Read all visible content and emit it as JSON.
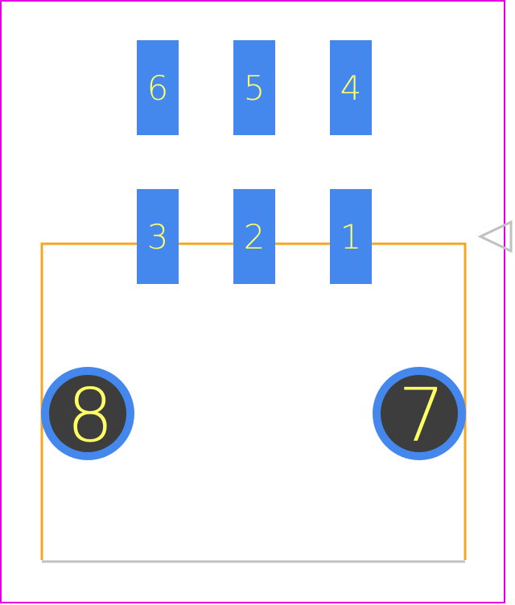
{
  "colors": {
    "background": "#ffffff",
    "board_outline": "#e000e0",
    "silkscreen": "#f5a623",
    "courtyard_edge": "#c0c0c0",
    "pin1_marker": "#c0c0c0",
    "pad_fill": "#4488ee",
    "hole_fill": "#3d3d3d",
    "label_text": "#ffff66"
  },
  "smd_pads": [
    {
      "label": "6",
      "row": "top",
      "column": 0
    },
    {
      "label": "5",
      "row": "top",
      "column": 1
    },
    {
      "label": "4",
      "row": "top",
      "column": 2
    },
    {
      "label": "3",
      "row": "bottom",
      "column": 0
    },
    {
      "label": "2",
      "row": "bottom",
      "column": 1
    },
    {
      "label": "1",
      "row": "bottom",
      "column": 2
    }
  ],
  "mounting_holes": [
    {
      "label": "8",
      "side": "left"
    },
    {
      "label": "7",
      "side": "right"
    }
  ]
}
